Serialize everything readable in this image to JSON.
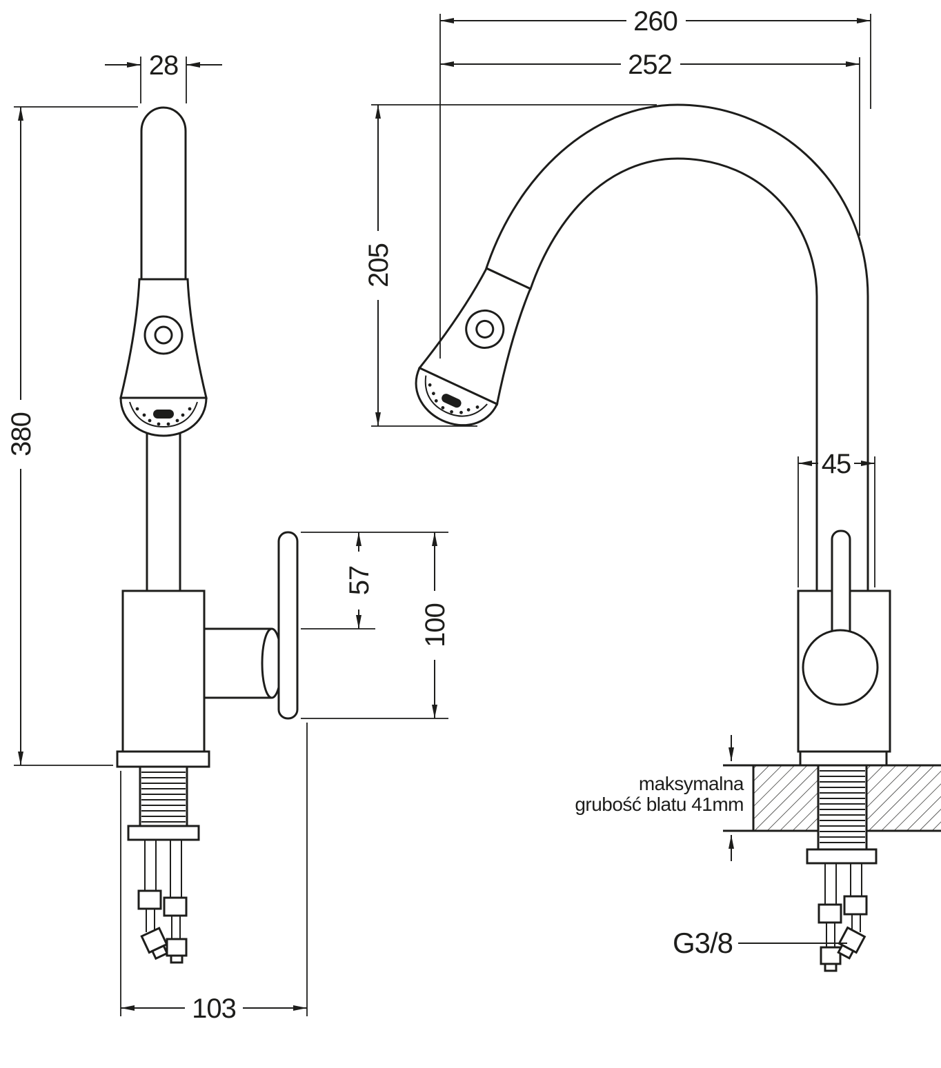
{
  "drawing": {
    "title": "kitchen faucet dimensional drawing",
    "background": "#ffffff",
    "line_color": "#1d1d1b",
    "labels": {
      "dim_28": "28",
      "dim_380": "380",
      "dim_57": "57",
      "dim_100": "100",
      "dim_103": "103",
      "dim_260": "260",
      "dim_252": "252",
      "dim_205": "205",
      "dim_45": "45",
      "thread_size": "G3/8",
      "note_line1": "maksymalna",
      "note_line2": "grubość blatu 41mm"
    }
  }
}
